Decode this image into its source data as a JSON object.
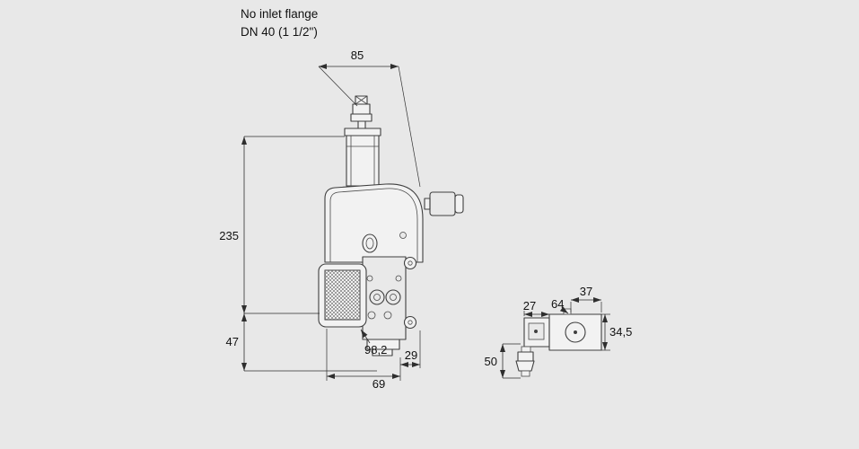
{
  "header": {
    "line1": "No inlet flange",
    "line2": "DN 40 (1 1/2\")"
  },
  "front_view": {
    "dim_top_width": "85",
    "dim_height_upper": "235",
    "dim_height_lower": "47",
    "dim_body_width": "98,2",
    "dim_bottom_offset": "29",
    "dim_base_width": "69"
  },
  "side_view": {
    "dim_block_depth": "27",
    "dim_screw_position": "64",
    "dim_top_width": "37",
    "dim_coil_height": "34,5",
    "dim_total_height": "50"
  },
  "colors": {
    "background": "#e8e8e8",
    "line": "#3f3f3f",
    "dimension": "#2e2e2e",
    "text": "#111111"
  }
}
